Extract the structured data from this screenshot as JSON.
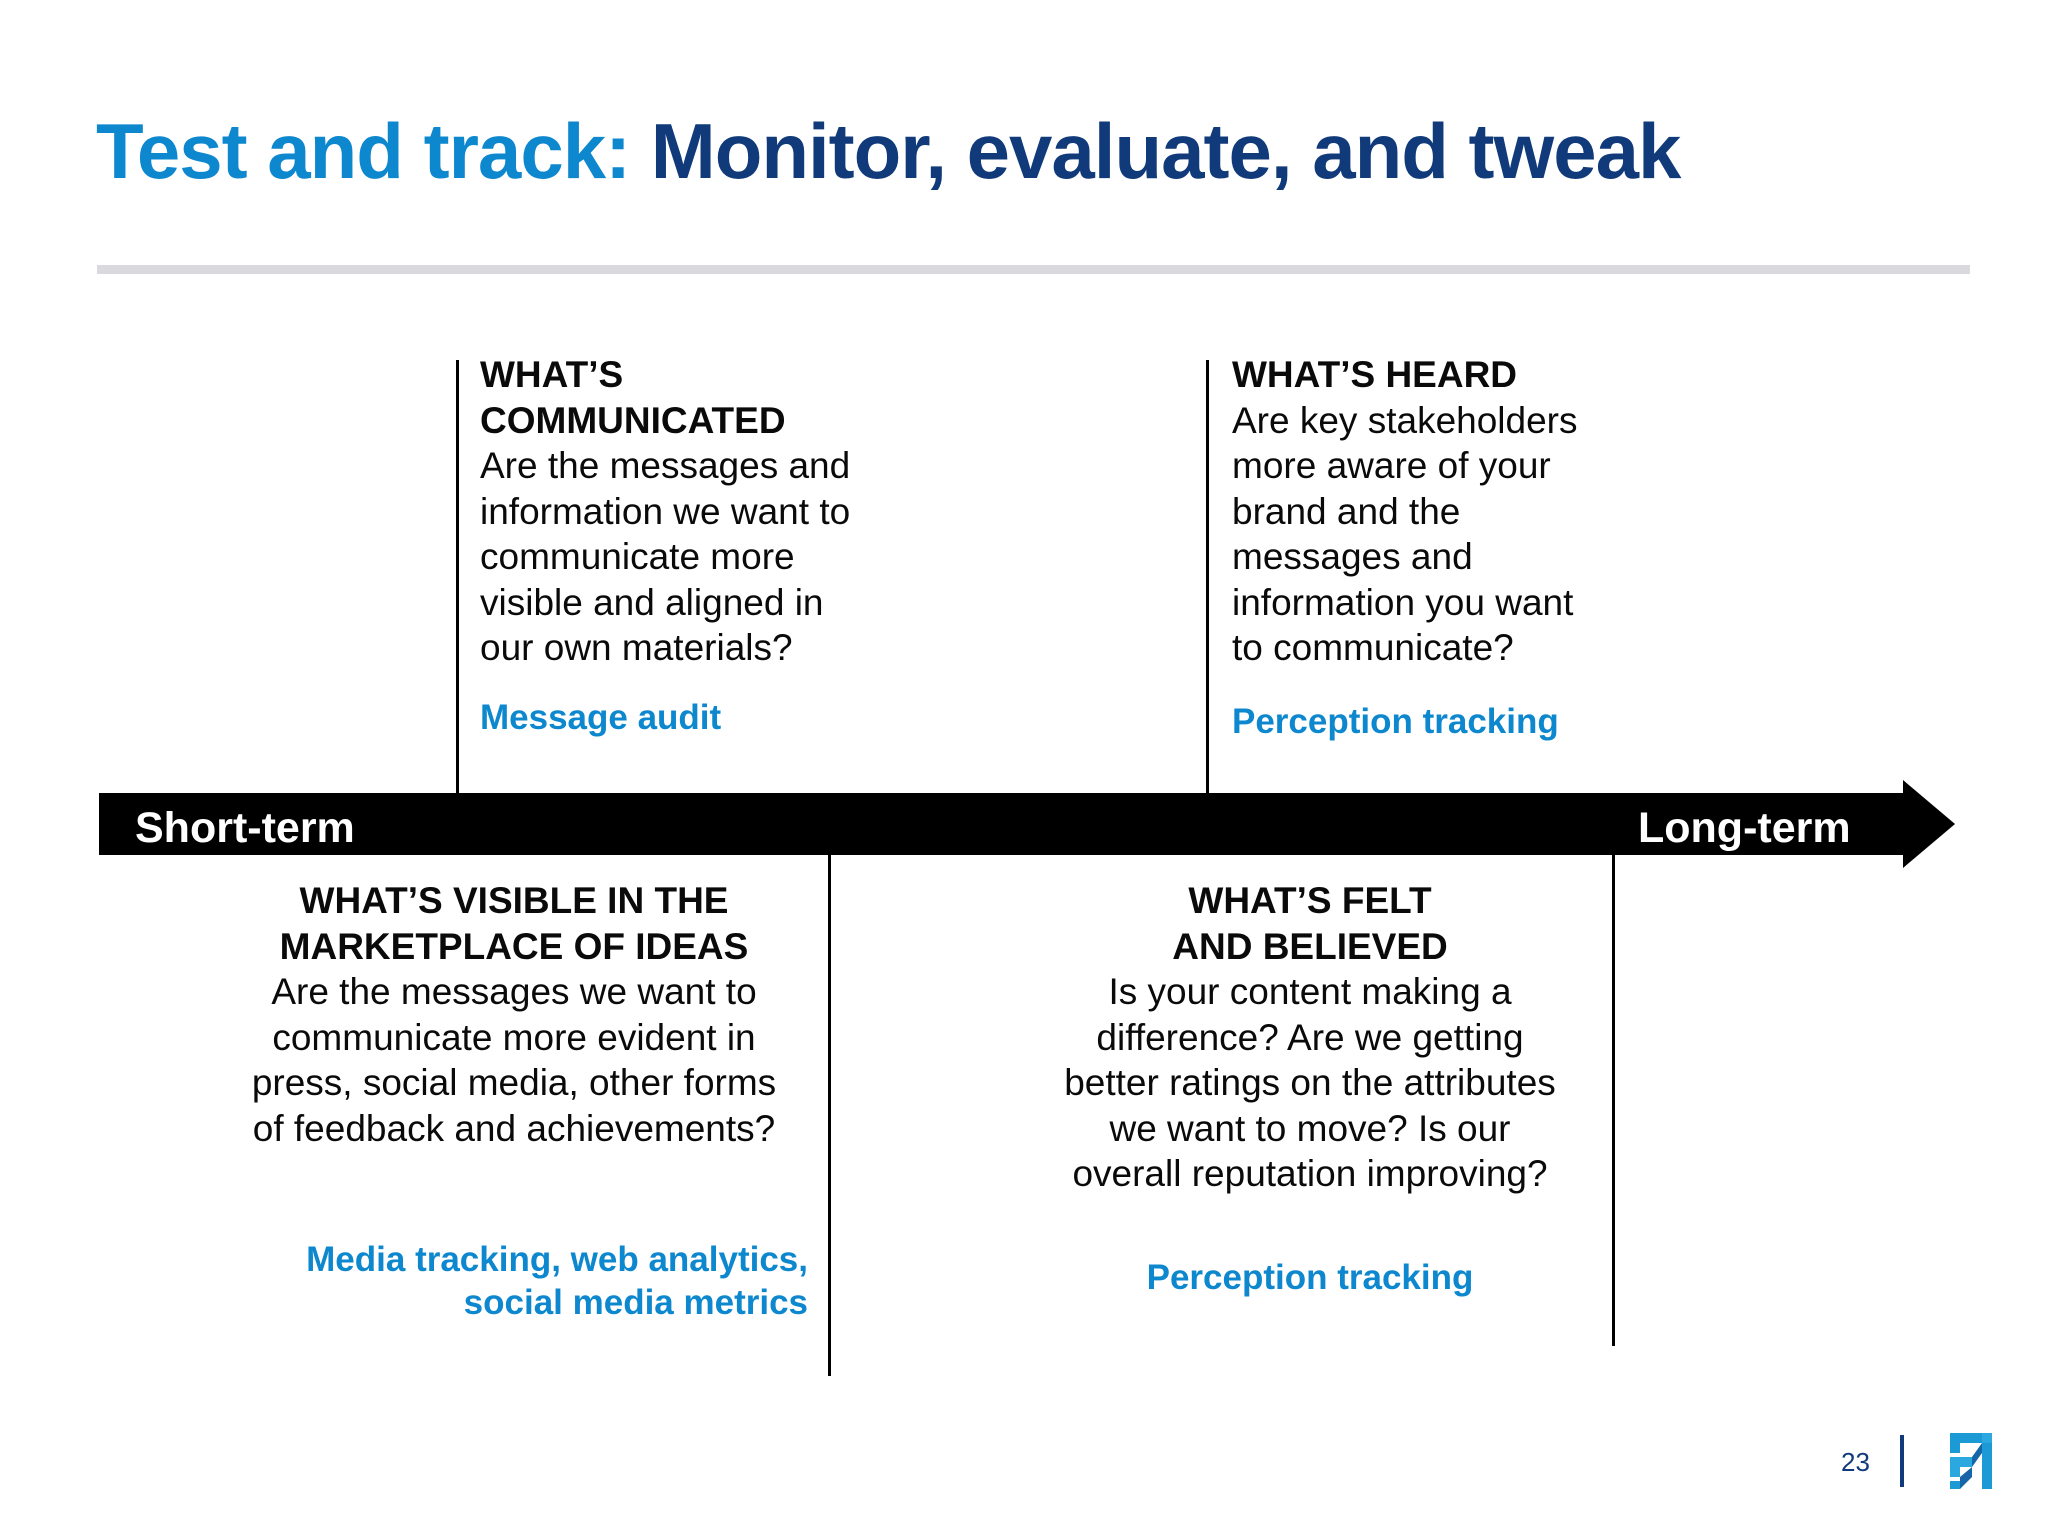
{
  "slide": {
    "title": {
      "accent": "Test and track:",
      "main": "Monitor, evaluate, and tweak",
      "accent_color": "#0D87CE",
      "main_color": "#103A79"
    },
    "timeline": {
      "left_label": "Short-term",
      "right_label": "Long-term",
      "band_color": "#000000",
      "label_color": "#FFFFFF"
    },
    "quadrants": {
      "top_left": {
        "heading_line1": "WHAT’S",
        "heading_line2": "COMMUNICATED",
        "body_lines": [
          "Are the messages and",
          "information we want to",
          "communicate more",
          "visible and aligned in",
          "our own materials?"
        ],
        "tag_lines": [
          "Message audit"
        ],
        "tag_color": "#0D87CE"
      },
      "top_right": {
        "heading_line1": "WHAT’S HEARD",
        "heading_line2": "",
        "body_lines": [
          "Are key stakeholders",
          "more aware of your",
          "brand and the",
          "messages and",
          "information you want",
          "to communicate?"
        ],
        "tag_lines": [
          "Perception tracking"
        ],
        "tag_color": "#0D87CE"
      },
      "bottom_left": {
        "heading_line1": "WHAT’S VISIBLE IN THE",
        "heading_line2": "MARKETPLACE OF IDEAS",
        "body_lines": [
          "Are the messages we want to",
          "communicate more evident in",
          "press, social media, other forms",
          "of feedback and achievements?"
        ],
        "tag_lines": [
          "Media tracking, web analytics,",
          "social media metrics"
        ],
        "tag_color": "#0D87CE"
      },
      "bottom_right": {
        "heading_line1": "WHAT’S FELT",
        "heading_line2": "AND BELIEVED",
        "body_lines": [
          "Is your content making a",
          "difference? Are we getting",
          "better ratings on the attributes",
          "we want to move?  Is our",
          "overall reputation improving?"
        ],
        "tag_lines": [
          "Perception tracking"
        ],
        "tag_color": "#0D87CE"
      }
    },
    "footer": {
      "page_number": "23",
      "logo_name": "brand-logo",
      "logo_color_light": "#1C9AD6",
      "logo_color_dark": "#1565A8",
      "rule_color": "#103A79"
    }
  }
}
